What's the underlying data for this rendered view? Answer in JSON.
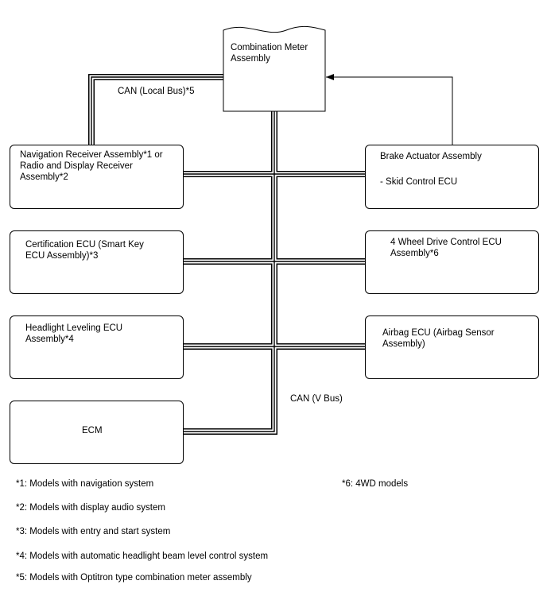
{
  "nodes": {
    "combination_meter": "Combination Meter\nAssembly",
    "navigation_receiver": "Navigation Receiver Assembly*1 or\nRadio and Display Receiver\nAssembly*2",
    "certification_ecu": "Certification ECU (Smart Key\nECU Assembly)*3",
    "headlight_leveling_ecu": "Headlight Leveling ECU\nAssembly*4",
    "ecm": "ECM",
    "brake_actuator": "Brake Actuator Assembly",
    "skid_control": "- Skid Control ECU",
    "four_wd_control": "4 Wheel Drive Control ECU\nAssembly*6",
    "airbag_ecu": "Airbag ECU (Airbag Sensor\nAssembly)"
  },
  "buses": {
    "local_bus": "CAN (Local Bus)*5",
    "v_bus": "CAN (V Bus)"
  },
  "notes": [
    "*1: Models with navigation system",
    "*2: Models with display audio system",
    "*3: Models with entry and start system",
    "*4: Models with automatic headlight beam level control system",
    "*5: Models with Optitron type combination meter assembly",
    "*6: 4WD models"
  ]
}
